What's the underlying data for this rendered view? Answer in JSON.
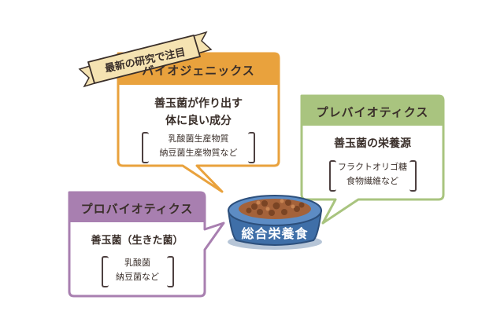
{
  "ribbon": {
    "label": "最新の研究で注目"
  },
  "biogenics": {
    "title": "バイオジェニックス",
    "line1": "善玉菌が作り出す",
    "line2": "体に良い成分",
    "ex1": "乳酸菌生産物質",
    "ex2": "納豆菌生産物質など"
  },
  "prebiotics": {
    "title": "プレバイオティクス",
    "line1": "善玉菌の栄養源",
    "ex1": "フラクトオリゴ糖",
    "ex2": "食物繊維など"
  },
  "probiotics": {
    "title": "プロバイオティクス",
    "line1": "善玉菌（生きた菌）",
    "ex1": "乳酸菌",
    "ex2": "納豆菌など"
  },
  "bowl": {
    "label": "総合栄養食"
  },
  "colors": {
    "biogenics": "#e9a23d",
    "prebiotics": "#a9c47f",
    "probiotics": "#a87fb0",
    "ribbon": "#f5e3b2",
    "bowl": "#3f6fa8",
    "food": "#a4623a"
  }
}
